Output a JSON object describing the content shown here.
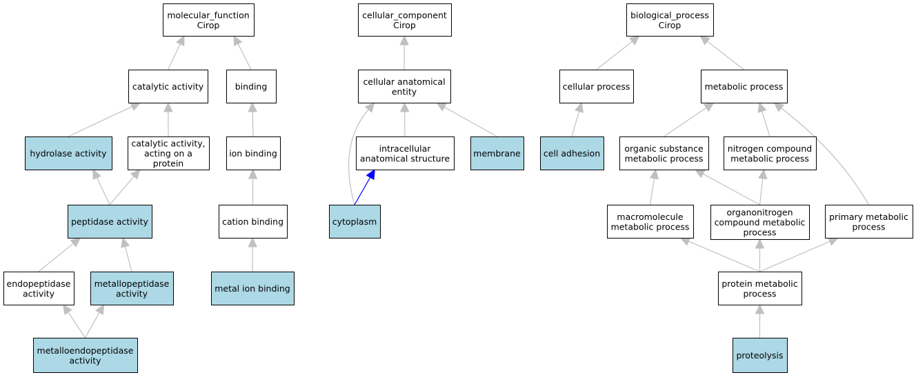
{
  "colors": {
    "annotated_fill": "#add8e6",
    "default_fill": "#ffffff",
    "edge_gray": "#c0c0c0",
    "edge_highlight": "#0000ff"
  },
  "nodes": [
    {
      "id": "mf",
      "lines": [
        "molecular_function",
        "Cirop"
      ],
      "annotated": false
    },
    {
      "id": "catalytic",
      "lines": [
        "catalytic activity"
      ],
      "annotated": false
    },
    {
      "id": "binding",
      "lines": [
        "binding"
      ],
      "annotated": false
    },
    {
      "id": "hydrolase",
      "lines": [
        "hydrolase activity"
      ],
      "annotated": true
    },
    {
      "id": "cat_protein",
      "lines": [
        "catalytic activity,",
        "acting on a",
        "protein"
      ],
      "annotated": false
    },
    {
      "id": "ion_binding",
      "lines": [
        "ion binding"
      ],
      "annotated": false
    },
    {
      "id": "peptidase",
      "lines": [
        "peptidase activity"
      ],
      "annotated": true
    },
    {
      "id": "cation_binding",
      "lines": [
        "cation binding"
      ],
      "annotated": false
    },
    {
      "id": "endopeptidase",
      "lines": [
        "endopeptidase",
        "activity"
      ],
      "annotated": false
    },
    {
      "id": "metallopeptidase",
      "lines": [
        "metallopeptidase",
        "activity"
      ],
      "annotated": true
    },
    {
      "id": "metal_ion",
      "lines": [
        "metal ion binding"
      ],
      "annotated": true
    },
    {
      "id": "metalloendo",
      "lines": [
        "metalloendopeptidase",
        "activity"
      ],
      "annotated": true
    },
    {
      "id": "cc",
      "lines": [
        "cellular_component",
        "Cirop"
      ],
      "annotated": false
    },
    {
      "id": "cae",
      "lines": [
        "cellular anatomical",
        "entity"
      ],
      "annotated": false
    },
    {
      "id": "ias",
      "lines": [
        "intracellular",
        "anatomical structure"
      ],
      "annotated": false
    },
    {
      "id": "membrane",
      "lines": [
        "membrane"
      ],
      "annotated": true
    },
    {
      "id": "cytoplasm",
      "lines": [
        "cytoplasm"
      ],
      "annotated": true
    },
    {
      "id": "bp",
      "lines": [
        "biological_process",
        "Cirop"
      ],
      "annotated": false
    },
    {
      "id": "cellular_process",
      "lines": [
        "cellular process"
      ],
      "annotated": false
    },
    {
      "id": "metabolic",
      "lines": [
        "metabolic process"
      ],
      "annotated": false
    },
    {
      "id": "cell_adhesion",
      "lines": [
        "cell adhesion"
      ],
      "annotated": true
    },
    {
      "id": "organic",
      "lines": [
        "organic substance",
        "metabolic process"
      ],
      "annotated": false
    },
    {
      "id": "nitrogen",
      "lines": [
        "nitrogen compound",
        "metabolic process"
      ],
      "annotated": false
    },
    {
      "id": "macromolecule",
      "lines": [
        "macromolecule",
        "metabolic process"
      ],
      "annotated": false
    },
    {
      "id": "organonitrogen",
      "lines": [
        "organonitrogen",
        "compound metabolic",
        "process"
      ],
      "annotated": false
    },
    {
      "id": "primary",
      "lines": [
        "primary metabolic",
        "process"
      ],
      "annotated": false
    },
    {
      "id": "protein_metabolic",
      "lines": [
        "protein metabolic",
        "process"
      ],
      "annotated": false
    },
    {
      "id": "proteolysis",
      "lines": [
        "proteolysis"
      ],
      "annotated": true
    }
  ],
  "edges": [
    {
      "from": "catalytic",
      "to": "mf"
    },
    {
      "from": "binding",
      "to": "mf"
    },
    {
      "from": "hydrolase",
      "to": "catalytic"
    },
    {
      "from": "cat_protein",
      "to": "catalytic"
    },
    {
      "from": "ion_binding",
      "to": "binding"
    },
    {
      "from": "peptidase",
      "to": "hydrolase"
    },
    {
      "from": "peptidase",
      "to": "cat_protein"
    },
    {
      "from": "cation_binding",
      "to": "ion_binding"
    },
    {
      "from": "endopeptidase",
      "to": "peptidase"
    },
    {
      "from": "metallopeptidase",
      "to": "peptidase"
    },
    {
      "from": "metal_ion",
      "to": "cation_binding"
    },
    {
      "from": "metalloendo",
      "to": "endopeptidase"
    },
    {
      "from": "metalloendo",
      "to": "metallopeptidase"
    },
    {
      "from": "cae",
      "to": "cc"
    },
    {
      "from": "ias",
      "to": "cae"
    },
    {
      "from": "membrane",
      "to": "cae"
    },
    {
      "from": "cytoplasm",
      "to": "cae",
      "curved": true
    },
    {
      "from": "cytoplasm",
      "to": "ias",
      "highlight": true
    },
    {
      "from": "cellular_process",
      "to": "bp"
    },
    {
      "from": "metabolic",
      "to": "bp"
    },
    {
      "from": "cell_adhesion",
      "to": "cellular_process"
    },
    {
      "from": "organic",
      "to": "metabolic"
    },
    {
      "from": "nitrogen",
      "to": "metabolic"
    },
    {
      "from": "primary",
      "to": "metabolic",
      "curved": true
    },
    {
      "from": "macromolecule",
      "to": "organic"
    },
    {
      "from": "organonitrogen",
      "to": "organic"
    },
    {
      "from": "organonitrogen",
      "to": "nitrogen"
    },
    {
      "from": "protein_metabolic",
      "to": "macromolecule"
    },
    {
      "from": "protein_metabolic",
      "to": "organonitrogen"
    },
    {
      "from": "protein_metabolic",
      "to": "primary"
    },
    {
      "from": "proteolysis",
      "to": "protein_metabolic"
    }
  ]
}
